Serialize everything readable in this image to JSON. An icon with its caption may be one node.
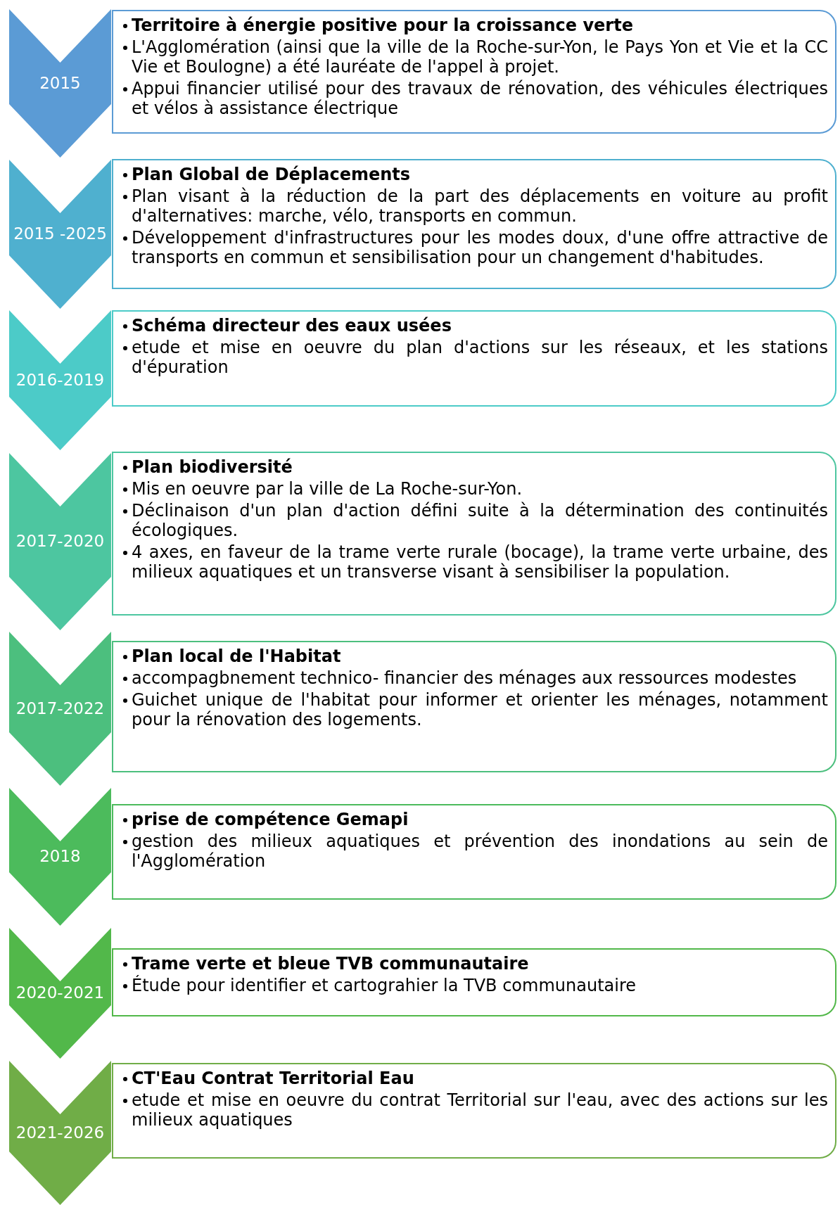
{
  "diagram": {
    "nodes": [
      {
        "text": [
          "2015"
        ]
      },
      {
        "text": [
          "Territoire à énergie positive pour la croissance verte",
          "L'Agglomération (ainsi que la ville de la Roche-sur-Yon, le Pays Yon et Vie et la CC Vie et Boulogne) a été lauréate de l'appel à projet.",
          "Appui financier utilisé pour des travaux de rénovation, des véhicules électriques et vélos à assistance électrique"
        ]
      },
      {
        "text": [
          "2015 -2025"
        ]
      },
      {
        "text": [
          "Plan Global de Déplacements",
          "Plan visant à la réduction de la part des déplacements en voiture au profit d'alternatives: marche, vélo, transports en commun.",
          "Développement d'infrastructures pour les modes doux, d'une offre attractive de transports en commun et sensibilisation pour un changement d'habitudes."
        ]
      },
      {
        "text": [
          "2016-2019"
        ]
      },
      {
        "text": [
          "Schéma directeur des eaux usées",
          "etude et mise en oeuvre du plan d'actions sur les réseaux, et les stations d'épuration"
        ]
      },
      {
        "text": [
          "2017-2020"
        ]
      },
      {
        "text": [
          "Plan biodiversité",
          "Mis en oeuvre par la ville de La Roche-sur-Yon.",
          "Déclinaison d'un plan d'action défini suite à la détermination des continuités écologiques.",
          "4 axes, en faveur de la trame verte rurale (bocage), la trame verte urbaine, des milieux aquatiques et un transverse visant à sensibiliser la population."
        ]
      },
      {
        "text": [
          "2017-2022"
        ]
      },
      {
        "text": [
          "Plan local de l'Habitat",
          "accompagbnement technico- financier des ménages aux ressources modestes",
          "Guichet unique de l'habitat pour informer et orienter les ménages, notamment pour la rénovation des logements."
        ]
      },
      {
        "text": [
          "2018"
        ]
      },
      {
        "text": [
          "prise de compétence Gemapi",
          "gestion des milieux aquatiques et prévention des inondations au sein de l'Agglomération"
        ]
      },
      {
        "text": [
          "2020-2021"
        ]
      },
      {
        "text": [
          "Trame verte et bleue TVB communautaire",
          "Étude pour identifier et cartograhier la TVB communautaire"
        ]
      },
      {
        "text": [
          "2021-2026"
        ]
      },
      {
        "text": [
          "CT'Eau Contrat Territorial Eau",
          "etude et mise en oeuvre du contrat Territorial sur l'eau, avec des actions sur les milieux aquatiques"
        ]
      }
    ]
  }
}
